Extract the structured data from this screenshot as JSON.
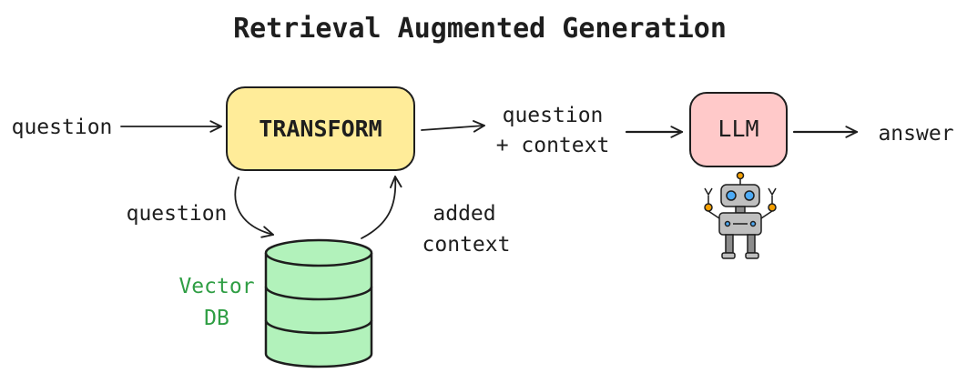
{
  "title": "Retrieval Augmented Generation",
  "labels": {
    "question_in": "question",
    "transform": "TRANSFORM",
    "question_context_line1": "question",
    "question_context_line2": "+ context",
    "llm": "LLM",
    "answer": "answer",
    "question_down": "question",
    "added_context_line1": "added",
    "added_context_line2": "context",
    "vector_db_line1": "Vector",
    "vector_db_line2": "DB"
  },
  "colors": {
    "transform_fill": "#ffec99",
    "llm_fill": "#ffc9c9",
    "db_fill": "#b2f2bb",
    "db_label": "#2f9e44",
    "stroke": "#1e1e1e",
    "robot_body": "#bfbfbf",
    "robot_accent": "#f59f00",
    "robot_eyes": "#4dabf7"
  },
  "icons": [
    "robot-icon",
    "database-icon"
  ]
}
